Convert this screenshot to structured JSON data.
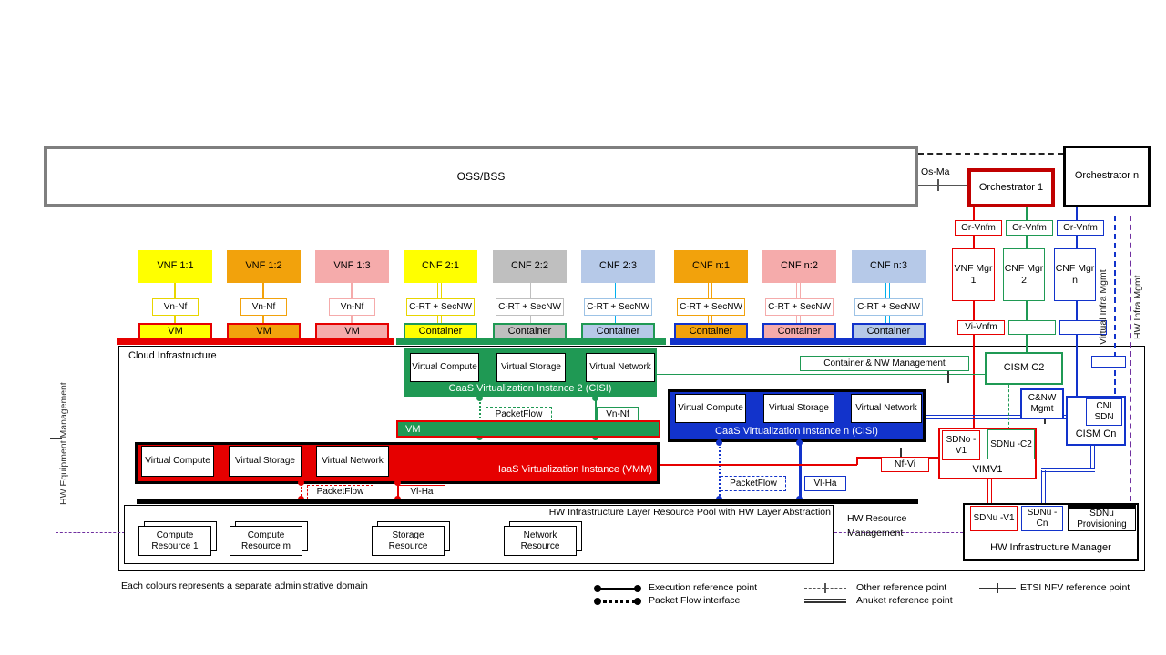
{
  "colors": {
    "red": "#E60000",
    "green": "#1F9954",
    "blue": "#1233CB",
    "yellow": "#FFFF00",
    "orange": "#F2A20C",
    "pink": "#F5ABAB",
    "gray": "#BFBFBF",
    "light_blue": "#B6C9E8",
    "cyan": "#00B0F0",
    "purple": "#7030A0",
    "oss_gray": "#7F7F7F",
    "orch1_red": "#C00000"
  },
  "top": {
    "oss": "OSS/BSS",
    "os_ma": "Os-Ma",
    "orch1": "Orchestrator 1",
    "orchn": "Orchestrator n",
    "or_vnfm": "Or-Vnfm",
    "vnf_mgr1": "VNF Mgr 1",
    "cnf_mgr2": "CNF Mgr 2",
    "cnf_mgrn": "CNF Mgr n",
    "vi_vnfm": "Vi-Vnfm"
  },
  "columns": [
    {
      "nf": "VNF 1:1",
      "iface": "Vn-Nf",
      "unit": "VM"
    },
    {
      "nf": "VNF 1:2",
      "iface": "Vn-Nf",
      "unit": "VM"
    },
    {
      "nf": "VNF 1:3",
      "iface": "Vn-Nf",
      "unit": "VM"
    },
    {
      "nf": "CNF 2:1",
      "iface": "C-RT + SecNW",
      "unit": "Container"
    },
    {
      "nf": "CNF 2:2",
      "iface": "C-RT + SecNW",
      "unit": "Container"
    },
    {
      "nf": "CNF 2:3",
      "iface": "C-RT + SecNW",
      "unit": "Container"
    },
    {
      "nf": "CNF n:1",
      "iface": "C-RT + SecNW",
      "unit": "Container"
    },
    {
      "nf": "CNF n:2",
      "iface": "C-RT + SecNW",
      "unit": "Container"
    },
    {
      "nf": "CNF n:3",
      "iface": "C-RT + SecNW",
      "unit": "Container"
    }
  ],
  "cloud": {
    "label": "Cloud  Infrastructure",
    "caas2_title": "CaaS Virtualization Instance 2 (CISI)",
    "caasn_title": "CaaS Virtualization Instance n (CISI)",
    "iaas_title": "IaaS Virtualization Instance (VMM)",
    "virtual_compute": "Virtual Compute",
    "virtual_storage": "Virtual Storage",
    "virtual_network": "Virtual Network",
    "vm_bar": "VM",
    "packetflow": "PacketFlow",
    "vn_nf": "Vn-Nf",
    "vl_ha": "Vl-Ha",
    "nf_vi": "Nf-Vi",
    "hw_bar_label": "HW Infrastructure Layer Resource Pool with HW Layer Abstraction",
    "resources": [
      "Compute Resource 1",
      "Compute Resource m",
      "Storage Resource",
      "Network Resource"
    ],
    "hw_res_mgmt": "HW Resource Management"
  },
  "right": {
    "cnm": "Container & NW  Management",
    "cism_c2": "CISM C2",
    "cnw_mgmt": "C&NW Mgmt",
    "cni_sdn": "CNI SDN",
    "cism_cn": "CISM Cn",
    "vimv1": "VIMV1",
    "sdno_v1": "SDNo -V1",
    "sdnu_c2": "SDNu -C2",
    "him_title": "HW Infrastructure Manager",
    "sdnu_v1": "SDNu -V1",
    "sdnu_cn": "SDNu -Cn",
    "sdnu_prov": "SDNu Provisioning"
  },
  "side": {
    "hw_equipment": "HW Equipment Management",
    "virtual_infra": "Virtual Infra Mgmt",
    "hw_infra": "HW Infra Mgmt"
  },
  "legend": {
    "execution": "Execution reference  point",
    "packet": "Packet Flow interface",
    "other": "Other reference  point",
    "anuket": "Anuket reference  point",
    "etsi": "ETSI NFV  reference  point"
  },
  "footnote": "Each colours represents a separate administrative domain"
}
